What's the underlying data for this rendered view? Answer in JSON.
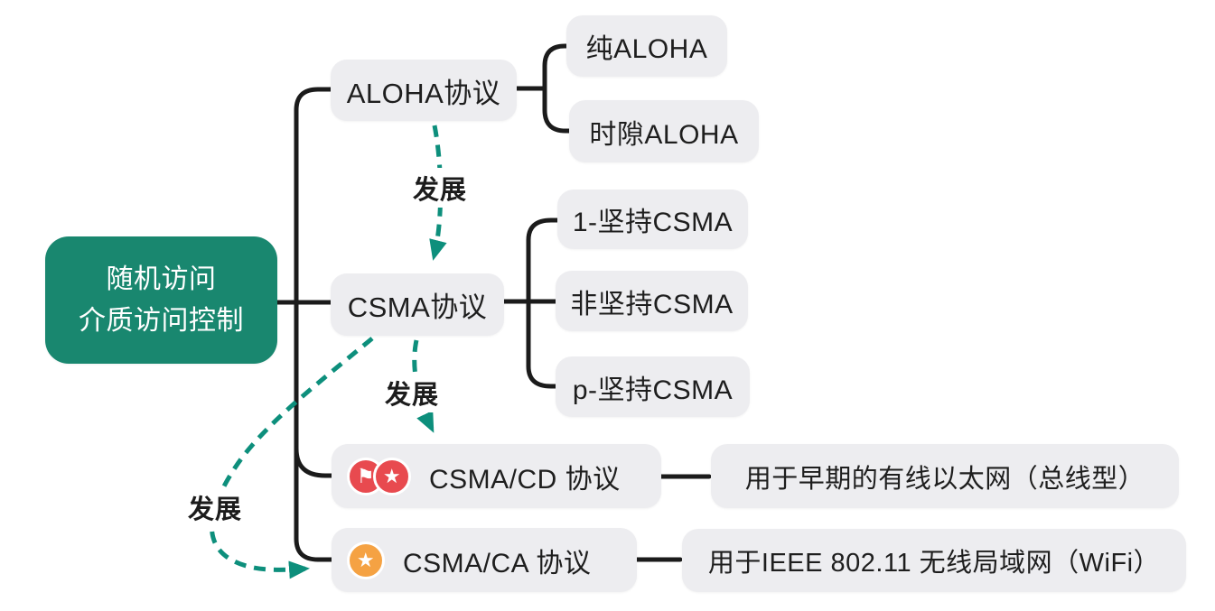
{
  "diagram": {
    "title_hint": "随机访问介质访问控制思维导图",
    "root": {
      "line1": "随机访问",
      "line2": "介质访问控制"
    },
    "nodes": {
      "aloha": {
        "label": "ALOHA协议"
      },
      "pure_aloha": {
        "label": "纯ALOHA"
      },
      "slotted_aloha": {
        "label": "时隙ALOHA"
      },
      "csma": {
        "label": "CSMA协议"
      },
      "one_persistent": {
        "label": "1-坚持CSMA"
      },
      "non_persistent": {
        "label": "非坚持CSMA"
      },
      "p_persistent": {
        "label": "p-坚持CSMA"
      },
      "csma_cd": {
        "label": "CSMA/CD 协议",
        "description": "用于早期的有线以太网（总线型）"
      },
      "csma_ca": {
        "label": "CSMA/CA 协议",
        "description": "用于IEEE 802.11 无线局域网（WiFi）"
      }
    },
    "edge_labels": {
      "aloha_to_csma": "发展",
      "csma_to_csmacd": "发展",
      "csma_to_csmaca": "发展"
    },
    "icons": {
      "flag": "⚑",
      "star": "★"
    },
    "colors": {
      "root_bg": "#19876f",
      "node_bg": "#ededf0",
      "line": "#1b1b1b",
      "arrow": "#0d8f7c",
      "badge_red": "#e84a4f",
      "badge_orange": "#f5a243",
      "root_text": "#ffffff",
      "text": "#1e1e1e"
    }
  }
}
